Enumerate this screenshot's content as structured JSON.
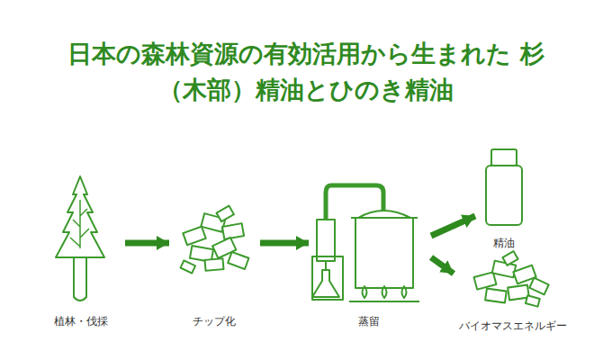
{
  "diagram": {
    "title": "日本の森林資源の有効活用から生まれた 杉（木部）精油とひのき精油",
    "nodes": [
      {
        "text": [
          "植林・伐採"
        ]
      },
      {
        "text": [
          "チップ化"
        ]
      },
      {
        "text": [
          "蒸留"
        ]
      },
      {
        "text": [
          "精油"
        ]
      },
      {
        "text": [
          "バイオマスエネルギー"
        ]
      }
    ],
    "edges": [
      {
        "from": 0,
        "to": 1,
        "arrow": "to"
      },
      {
        "from": 1,
        "to": 2,
        "arrow": "to"
      },
      {
        "from": 2,
        "to": 3,
        "arrow": "to"
      },
      {
        "from": 2,
        "to": 4,
        "arrow": "to"
      }
    ]
  }
}
